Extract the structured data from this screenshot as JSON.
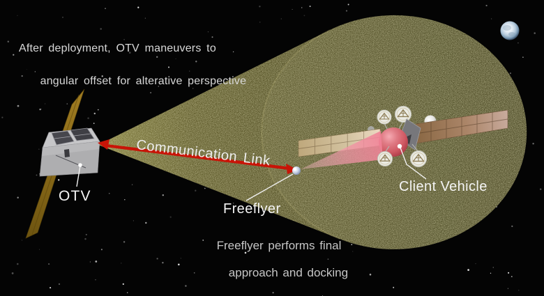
{
  "scene": {
    "type": "mission-concept-diagram",
    "background_color": "#040404",
    "annotation_top": {
      "line1": "After deployment, OTV maneuvers to",
      "line2": "angular offset for alterative perspective"
    },
    "communication_link": {
      "label": "Communication Link",
      "color": "#c81407"
    },
    "otv": {
      "label": "OTV"
    },
    "freeflyer": {
      "label": "Freeflyer"
    },
    "client_vehicle": {
      "label": "Client Vehicle"
    },
    "caption_bottom": {
      "line1": "Freeflyer performs final",
      "line2": "approach and docking"
    },
    "colors": {
      "sensor_cone": "#55511f",
      "cone_apex_highlight": "#85813c",
      "approach_beam": "#ee8d9e",
      "client_body_sphere": "#d4626e",
      "client_solar_array": "#cfbd9b",
      "otv_solar_panel": "#8a6a18",
      "otv_body": "#b3b3b5",
      "earth_blue": "#cfe0ea",
      "label_text": "#f4f4f4",
      "annotation_text": "#d8d8d8",
      "caption_text": "#c6c6c6"
    }
  }
}
